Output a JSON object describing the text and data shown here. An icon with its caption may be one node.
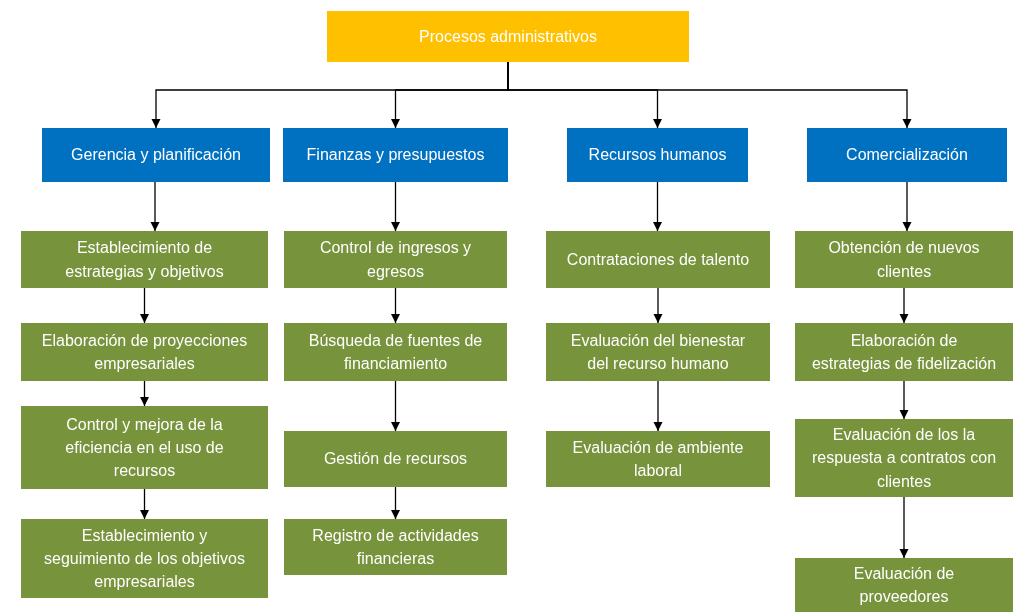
{
  "diagram": {
    "nodes": [
      {
        "text": [
          "Procesos administrativos"
        ]
      },
      {
        "text": [
          "Gerencia y planificación"
        ]
      },
      {
        "text": [
          "Finanzas y presupuestos"
        ]
      },
      {
        "text": [
          "Recursos humanos"
        ]
      },
      {
        "text": [
          "Comercialización"
        ]
      },
      {
        "text": [
          "Establecimiento de estrategias y objetivos"
        ]
      },
      {
        "text": [
          "Elaboración de proyecciones empresariales"
        ]
      },
      {
        "text": [
          "Control y mejora de la eficiencia en el uso de recursos"
        ]
      },
      {
        "text": [
          "Establecimiento y seguimiento de los objetivos empresariales"
        ]
      },
      {
        "text": [
          "Control de ingresos y egresos"
        ]
      },
      {
        "text": [
          "Búsqueda de fuentes de financiamiento"
        ]
      },
      {
        "text": [
          "Gestión de recursos"
        ]
      },
      {
        "text": [
          "Registro de actividades financieras"
        ]
      },
      {
        "text": [
          "Contrataciones de talento"
        ]
      },
      {
        "text": [
          "Evaluación del bienestar del recurso humano"
        ]
      },
      {
        "text": [
          "Evaluación de ambiente laboral"
        ]
      },
      {
        "text": [
          "Obtención de nuevos clientes"
        ]
      },
      {
        "text": [
          "Elaboración de estrategias de fidelización"
        ]
      },
      {
        "text": [
          "Evaluación de los la respuesta a contratos con clientes"
        ]
      },
      {
        "text": [
          "Evaluación de proveedores"
        ]
      }
    ],
    "edges": [
      {
        "from": 0,
        "to": 1,
        "arrow": "to"
      },
      {
        "from": 0,
        "to": 2,
        "arrow": "to"
      },
      {
        "from": 0,
        "to": 3,
        "arrow": "to"
      },
      {
        "from": 0,
        "to": 4,
        "arrow": "to"
      },
      {
        "from": 1,
        "to": 5,
        "arrow": "to"
      },
      {
        "from": 5,
        "to": 6,
        "arrow": "to"
      },
      {
        "from": 6,
        "to": 7,
        "arrow": "to"
      },
      {
        "from": 7,
        "to": 8,
        "arrow": "to"
      },
      {
        "from": 2,
        "to": 9,
        "arrow": "to"
      },
      {
        "from": 9,
        "to": 10,
        "arrow": "to"
      },
      {
        "from": 10,
        "to": 11,
        "arrow": "to"
      },
      {
        "from": 11,
        "to": 12,
        "arrow": "to"
      },
      {
        "from": 3,
        "to": 13,
        "arrow": "to"
      },
      {
        "from": 13,
        "to": 14,
        "arrow": "to"
      },
      {
        "from": 14,
        "to": 15,
        "arrow": "to"
      },
      {
        "from": 4,
        "to": 16,
        "arrow": "to"
      },
      {
        "from": 16,
        "to": 17,
        "arrow": "to"
      },
      {
        "from": 17,
        "to": 18,
        "arrow": "to"
      },
      {
        "from": 18,
        "to": 19,
        "arrow": "to"
      }
    ]
  }
}
